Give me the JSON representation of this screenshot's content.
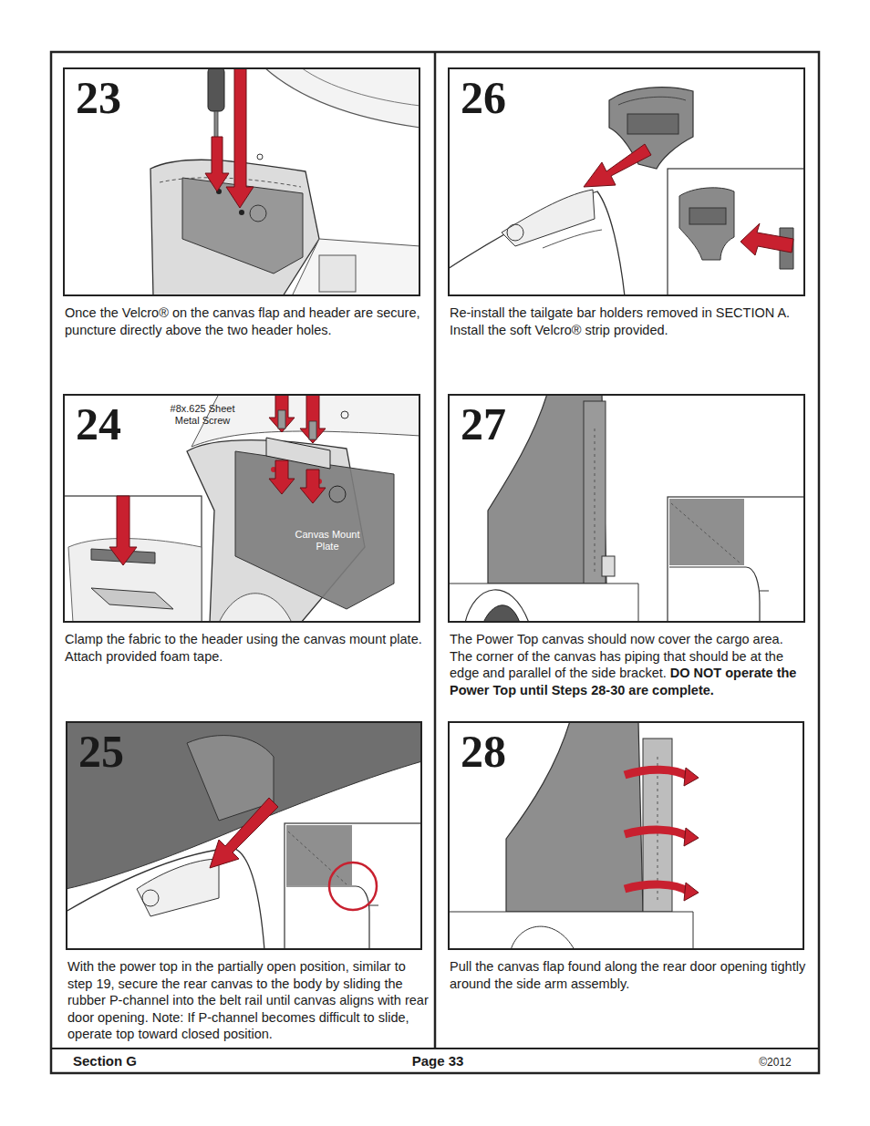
{
  "diagram": {
    "nodes": [
      {
        "text": [
          "23",
          "Once the Velcro® on the canvas flap and header are secure, puncture directly above the two header holes."
        ]
      },
      {
        "text": [
          "24",
          "Clamp the fabric to the header using the canvas mount plate. Attach provided foam tape."
        ]
      },
      {
        "text": [
          "25",
          "With the power top in the partially open position, similar to step 19, secure the rear canvas to the body by sliding the rubber P-channel into the belt rail until canvas aligns with rear door opening. Note: If P-channel becomes difficult to slide, operate top toward closed position."
        ]
      },
      {
        "text": [
          "26",
          "Re-install the tailgate bar holders removed in SECTION A. Install the soft Velcro® strip provided."
        ]
      },
      {
        "text": [
          "27",
          "The Power Top canvas should now cover the cargo area. The corner of the canvas has piping that should be at the edge and parallel of the side bracket.",
          "DO NOT operate the Power Top until Steps 28-30 are complete."
        ]
      },
      {
        "text": [
          "28",
          "Pull the canvas flap found along the rear door opening tightly around the side arm assembly."
        ]
      }
    ],
    "labels": [
      "#8x.625 Sheet Metal Screw",
      "Canvas Mount Plate",
      "Section G",
      "Page 33",
      "©2012"
    ]
  }
}
